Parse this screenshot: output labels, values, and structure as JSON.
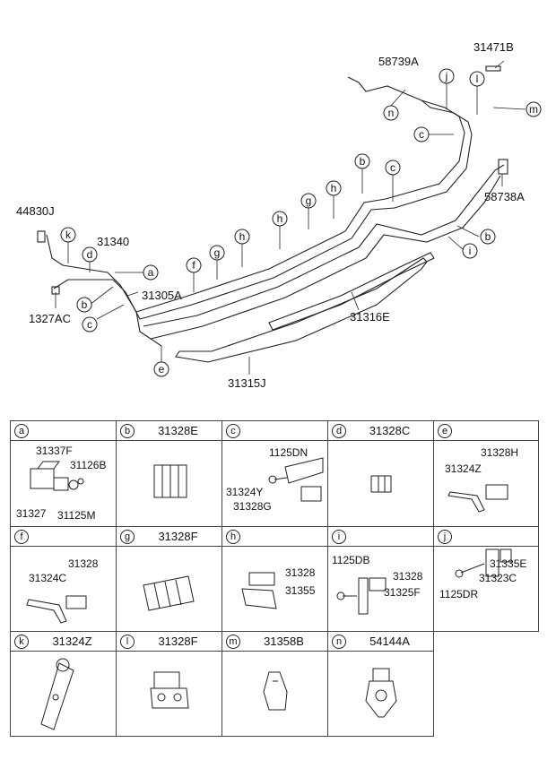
{
  "diagram": {
    "part_labels": [
      "31471B",
      "58739A",
      "58738A",
      "44830J",
      "31340",
      "31305A",
      "1327AC",
      "31316E",
      "31315J"
    ],
    "callout_letters": [
      "a",
      "b",
      "c",
      "d",
      "e",
      "f",
      "g",
      "h",
      "i",
      "j",
      "k",
      "l",
      "m",
      "n"
    ]
  },
  "legend": {
    "cells": [
      {
        "letter": "a",
        "part": "",
        "labels": [
          "31337F",
          "31126B",
          "31327",
          "31125M"
        ]
      },
      {
        "letter": "b",
        "part": "31328E",
        "labels": []
      },
      {
        "letter": "c",
        "part": "",
        "labels": [
          "1125DN",
          "31324Y",
          "31328G"
        ]
      },
      {
        "letter": "d",
        "part": "31328C",
        "labels": []
      },
      {
        "letter": "e",
        "part": "",
        "labels": [
          "31328H",
          "31324Z"
        ]
      },
      {
        "letter": "f",
        "part": "",
        "labels": [
          "31328",
          "31324C"
        ]
      },
      {
        "letter": "g",
        "part": "31328F",
        "labels": []
      },
      {
        "letter": "h",
        "part": "",
        "labels": [
          "31328",
          "31355"
        ]
      },
      {
        "letter": "i",
        "part": "",
        "labels": [
          "1125DB",
          "31328",
          "31325F"
        ]
      },
      {
        "letter": "j",
        "part": "",
        "labels": [
          "31335E",
          "31323C",
          "1125DR"
        ]
      },
      {
        "letter": "k",
        "part": "31324Z",
        "labels": []
      },
      {
        "letter": "l",
        "part": "31328F",
        "labels": []
      },
      {
        "letter": "m",
        "part": "31358B",
        "labels": []
      },
      {
        "letter": "n",
        "part": "54144A",
        "labels": []
      }
    ]
  }
}
